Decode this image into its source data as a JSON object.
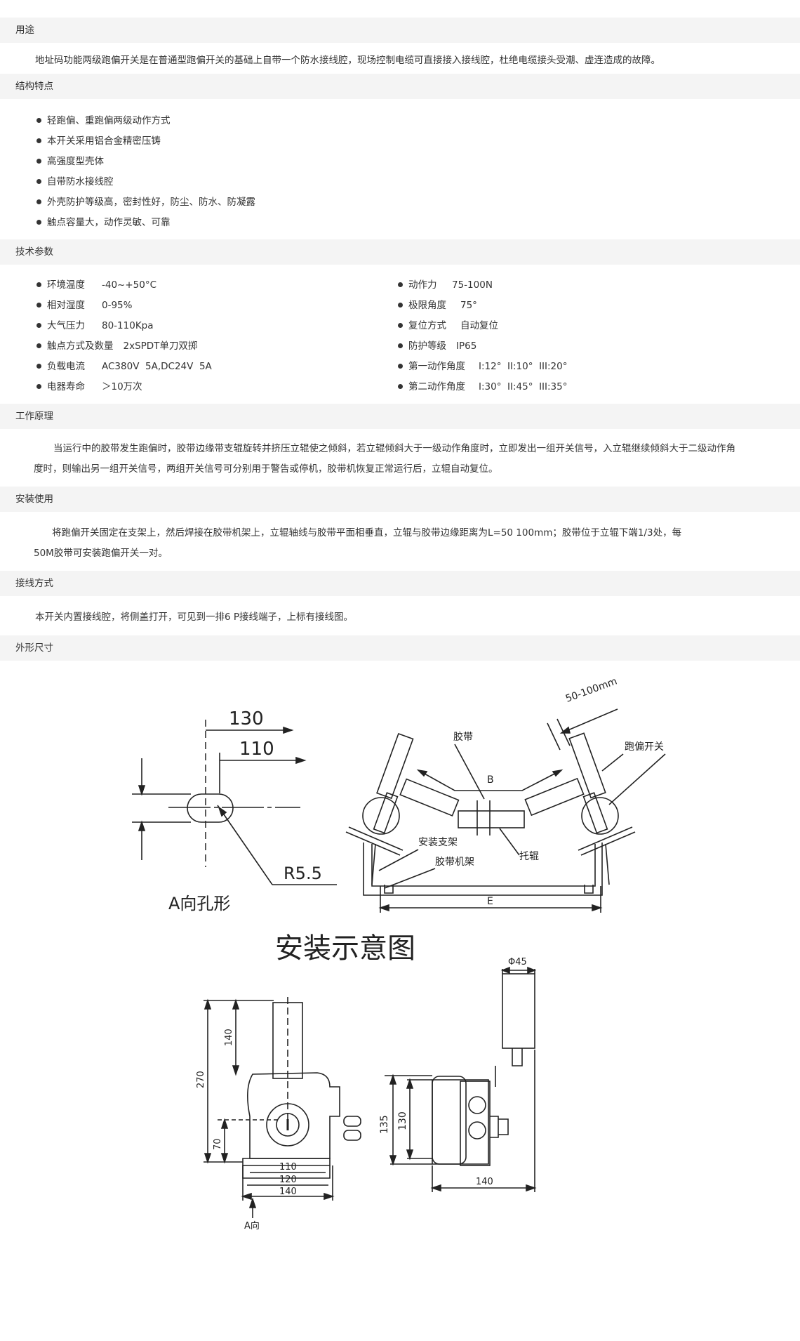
{
  "sections": {
    "usage": "用途",
    "structure": "结构特点",
    "tech": "技术参数",
    "principle": "工作原理",
    "install": "安装使用",
    "wiring": "接线方式",
    "dimensions": "外形尺寸"
  },
  "usage_text": "地址码功能两级跑偏开关是在普通型跑偏开关的基础上自带一个防水接线腔，现场控制电缆可直接接入接线腔，杜绝电缆接头受潮、虚连造成的故障。",
  "features": [
    "轻跑偏、重跑偏两级动作方式",
    "本开关采用铝合金精密压铸",
    "高强度型壳体",
    "自带防水接线腔",
    "外壳防护等级高，密封性好，防尘、防水、防凝露",
    "触点容量大，动作灵敏、可靠"
  ],
  "params_left": [
    {
      "label": "环境温度",
      "value": "-40~+50°C"
    },
    {
      "label": "相对湿度",
      "value": "0-95%"
    },
    {
      "label": "大气压力",
      "value": "80-110Kpa"
    },
    {
      "label": "触点方式及数量",
      "value": "2xSPDT单刀双掷"
    },
    {
      "label": "负载电流",
      "value": "AC380V  5A,DC24V  5A"
    },
    {
      "label": "电器寿命",
      "value": "＞10万次"
    }
  ],
  "params_right": [
    {
      "label": "动作力",
      "value": "75-100N"
    },
    {
      "label": "极限角度",
      "value": "75°"
    },
    {
      "label": "复位方式",
      "value": "自动复位"
    },
    {
      "label": "防护等级",
      "value": "IP65"
    },
    {
      "label": "第一动作角度",
      "value": "I:12°  II:10°  III:20°"
    },
    {
      "label": "第二动作角度",
      "value": "I:30°  II:45°  III:35°"
    }
  ],
  "principle_line1": "当运行中的胶带发生跑偏时，胶带边缘带支辊旋转并挤压立辊使之倾斜，若立辊倾斜大于一级动作角度时，立即发出一组开关信号，入立辊继续倾斜大于二级动作角",
  "principle_line2": "度时，则输出另一组开关信号，两组开关信号可分别用于警告或停机，胶带机恢复正常运行后，立辊自动复位。",
  "install_line1": "将跑偏开关固定在支架上，然后焊接在胶带机架上，立辊轴线与胶带平面相垂直，立辊与胶带边缘距离为L=50   100mm；胶带位于立辊下端1/3处，每",
  "install_line2": "50M胶带可安装跑偏开关一对。",
  "wiring_text": "本开关内置接线腔，将侧盖打开，可见到一排6 P接线端子，上标有接线图。",
  "drawing": {
    "dim_130": "130",
    "dim_110": "110",
    "r55": "R5.5",
    "hole_caption": "A向孔形",
    "gap": "50-100mm",
    "belt": "胶带",
    "switch": "跑偏开关",
    "b": "B",
    "bracket": "安装支架",
    "roller": "托辊",
    "frame": "胶带机架",
    "e": "E",
    "title": "安装示意图",
    "phi45": "Φ45",
    "d140v": "140",
    "d270": "270",
    "d70": "70",
    "d110": "110",
    "d120": "120",
    "d140": "140",
    "a_dir": "A向",
    "d135": "135",
    "d130v": "130",
    "d140b": "140"
  }
}
